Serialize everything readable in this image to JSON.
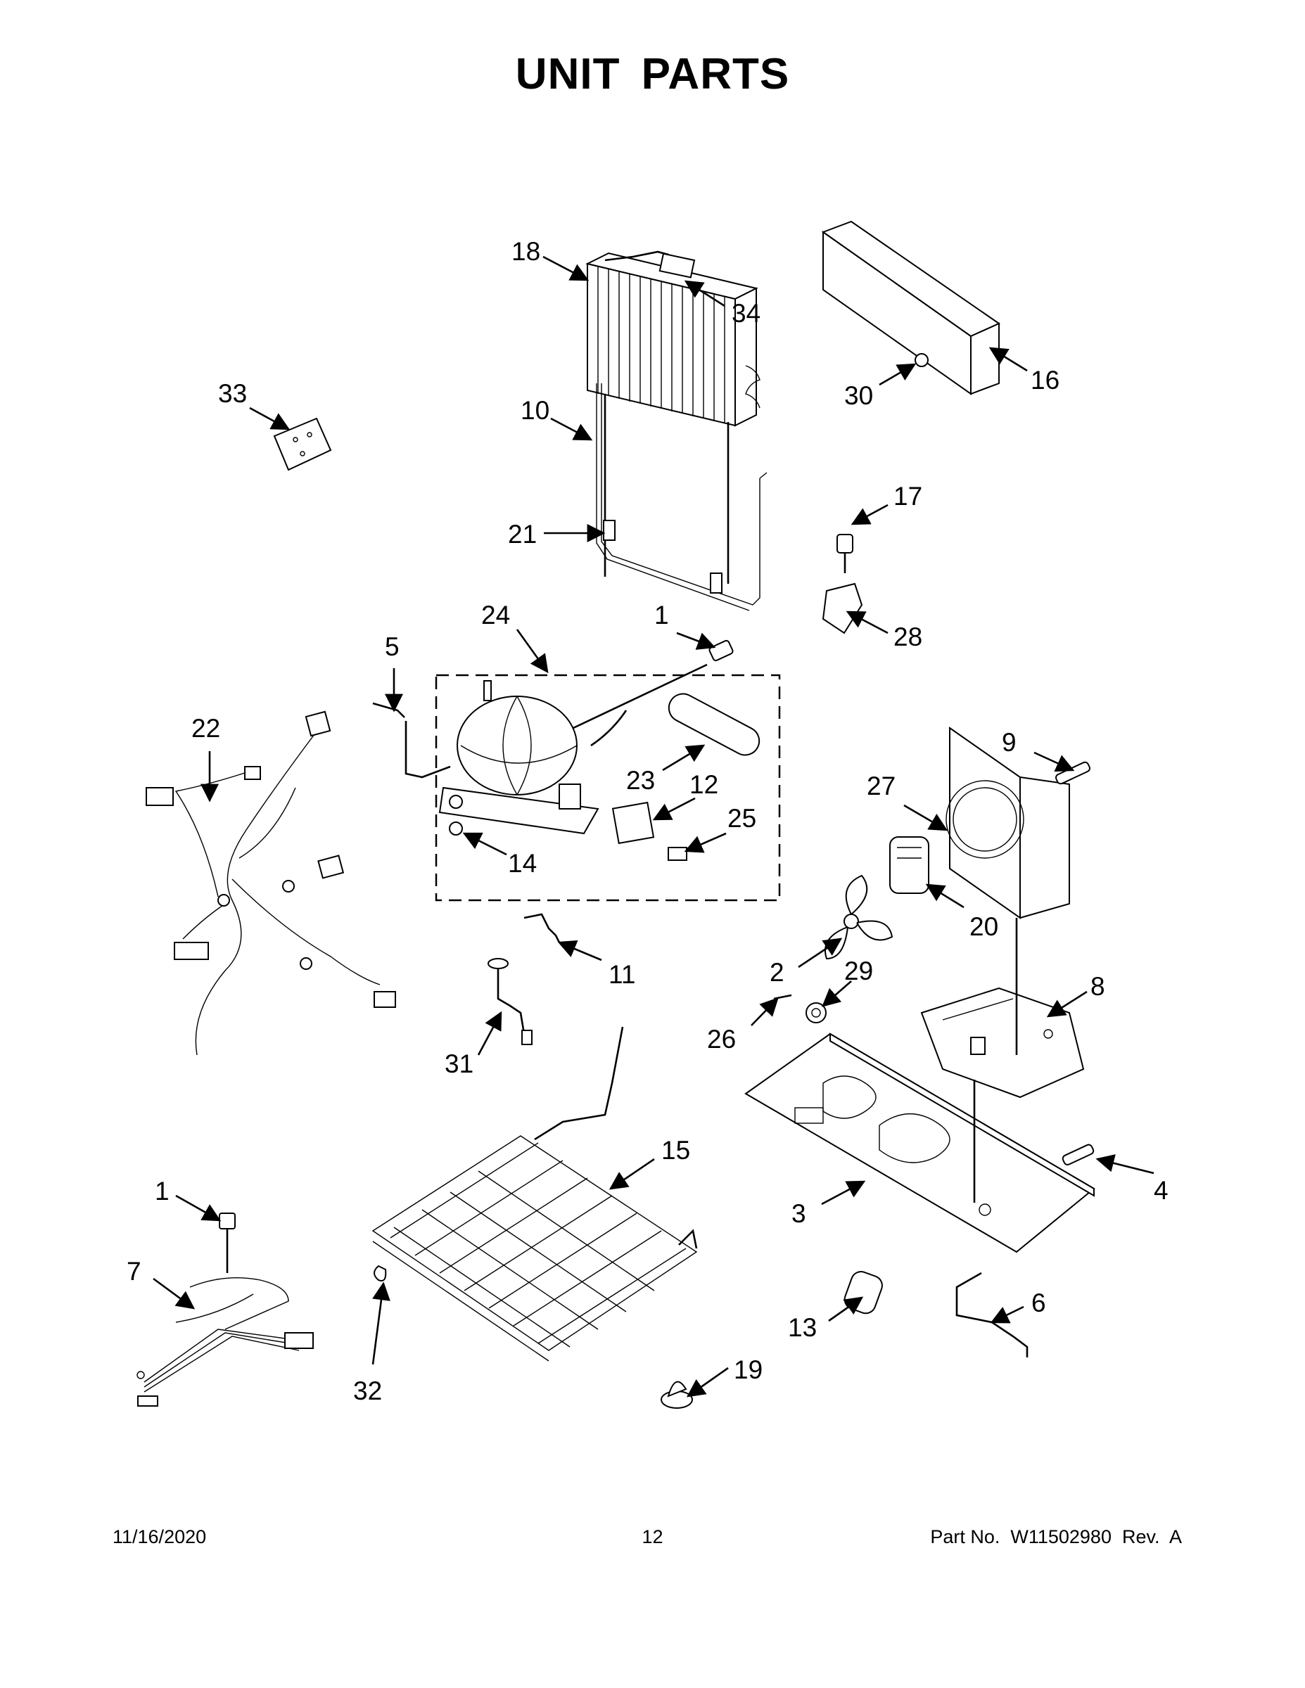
{
  "title": "UNIT PARTS",
  "footer": {
    "date": "11/16/2020",
    "page": "12",
    "part_number": "Part No.  W11502980  Rev.  A"
  },
  "callouts": {
    "c1a": "1",
    "c1b": "1",
    "c2": "2",
    "c3": "3",
    "c4": "4",
    "c5": "5",
    "c6": "6",
    "c7": "7",
    "c8": "8",
    "c9": "9",
    "c10": "10",
    "c11": "11",
    "c12": "12",
    "c13": "13",
    "c14": "14",
    "c15": "15",
    "c16": "16",
    "c17": "17",
    "c18": "18",
    "c19": "19",
    "c20": "20",
    "c21": "21",
    "c22": "22",
    "c23": "23",
    "c24": "24",
    "c25": "25",
    "c26": "26",
    "c27": "27",
    "c28": "28",
    "c29": "29",
    "c30": "30",
    "c31": "31",
    "c32": "32",
    "c33": "33",
    "c34": "34"
  }
}
